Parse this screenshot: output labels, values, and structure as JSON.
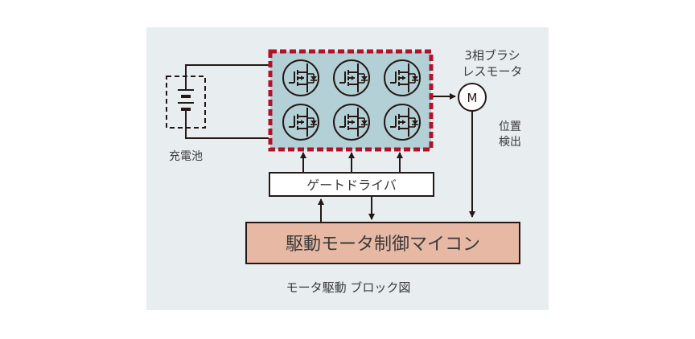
{
  "labels": {
    "battery": "充電池",
    "motor_line1": "3相ブラシ",
    "motor_line2": "レスモータ",
    "motor_symbol": "M",
    "position_line1": "位置",
    "position_line2": "検出",
    "gate_driver": "ゲートドライバ",
    "mcu": "駆動モータ制御マイコン",
    "caption": "モータ駆動 ブロック図"
  },
  "mosfet_count": 6,
  "colors": {
    "panel_bg": "#e8edf0",
    "inverter_fill": "#b3d0d6",
    "inverter_border": "#b0122a",
    "mcu_fill": "#e7b9a5",
    "line": "#231815",
    "text": "#3a3a3a"
  }
}
